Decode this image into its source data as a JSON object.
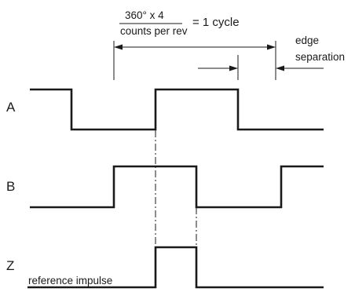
{
  "formula": {
    "numerator": "360° x 4",
    "denominator": "counts per rev",
    "equals_text": "= 1 cycle"
  },
  "edge_separation": {
    "line1": "edge",
    "line2": "separation"
  },
  "channels": [
    {
      "id": "A",
      "label": "A"
    },
    {
      "id": "B",
      "label": "B"
    },
    {
      "id": "Z",
      "label": "Z"
    }
  ],
  "reference_label": "reference impulse"
}
